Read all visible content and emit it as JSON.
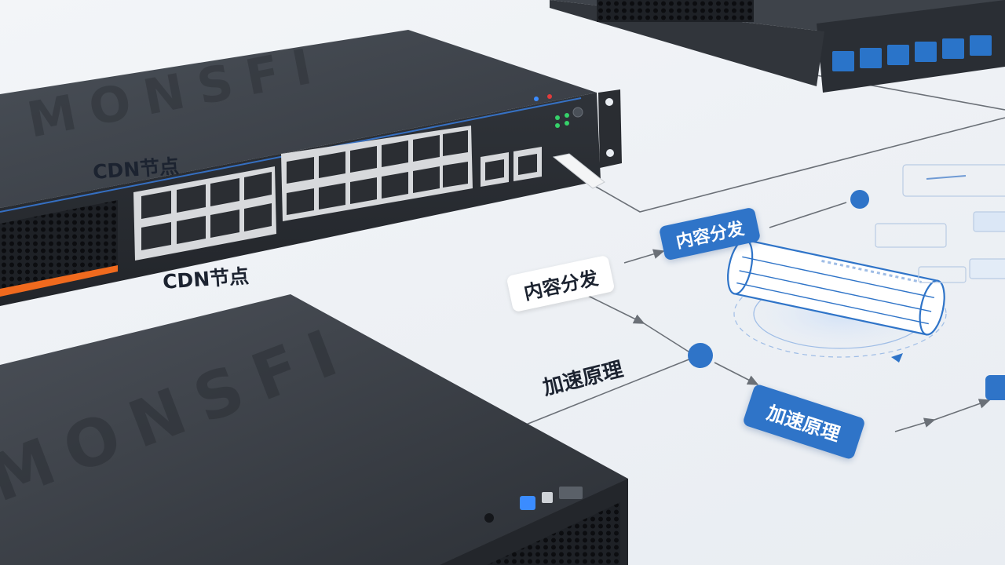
{
  "labels": {
    "cdn_node_upper": "CDN节点",
    "cdn_node_lower": "CDN节点",
    "content_distribution_dark": "内容分发",
    "content_distribution_blue": "内容分发",
    "acceleration_principle_dark": "加速原理",
    "acceleration_principle_blue": "加速原理"
  },
  "colors": {
    "accent_blue": "#2f74c8",
    "device_body": "#3a3f47",
    "led_green": "#36d26a",
    "led_blue": "#3b8cff",
    "strip_orange": "#f06a1e"
  }
}
